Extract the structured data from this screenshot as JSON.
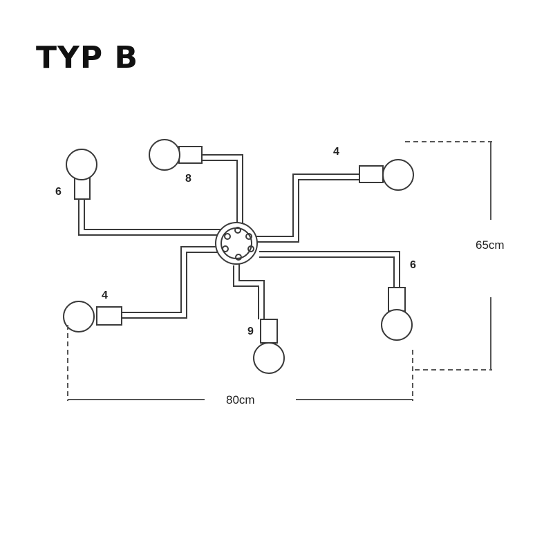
{
  "title": "TYP B",
  "arms": [
    {
      "id": "top-left",
      "label": "6"
    },
    {
      "id": "top-center",
      "label": "8"
    },
    {
      "id": "top-right",
      "label": "4"
    },
    {
      "id": "right",
      "label": "6"
    },
    {
      "id": "bottom-center",
      "label": "9"
    },
    {
      "id": "bottom-left",
      "label": "4"
    }
  ],
  "dimensions": {
    "width": "80cm",
    "height": "65cm"
  },
  "colors": {
    "line": "#3a3a3a",
    "dashed": "#555555",
    "text": "#222222"
  }
}
